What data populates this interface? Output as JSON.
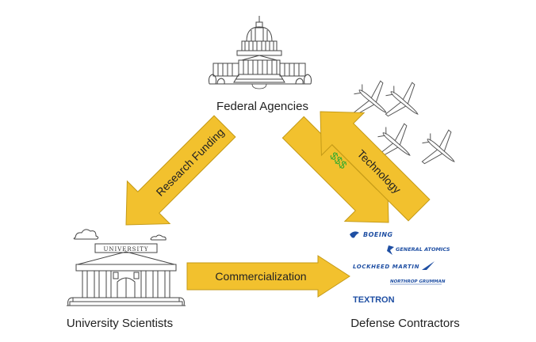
{
  "nodes": {
    "federal": {
      "label": "Federal Agencies"
    },
    "university": {
      "label": "University Scientists",
      "building_sign": "UNIVERSITY"
    },
    "defense": {
      "label": "Defense Contractors"
    }
  },
  "arrows": {
    "research_funding": {
      "label": "Research Funding"
    },
    "money": {
      "label": "$$$"
    },
    "technology": {
      "label": "Technology"
    },
    "commercialization": {
      "label": "Commercialization"
    }
  },
  "contractor_logos": [
    "BOEING",
    "GENERAL ATOMICS",
    "LOCKHEED MARTIN",
    "NORTHROP GRUMMAN",
    "TEXTRON"
  ],
  "colors": {
    "arrow_fill": "#f2c12e",
    "arrow_stroke": "#c49a17",
    "money_text": "#2eaa2e",
    "logo_blue": "#1f4fa3",
    "sketch": "#444444"
  }
}
